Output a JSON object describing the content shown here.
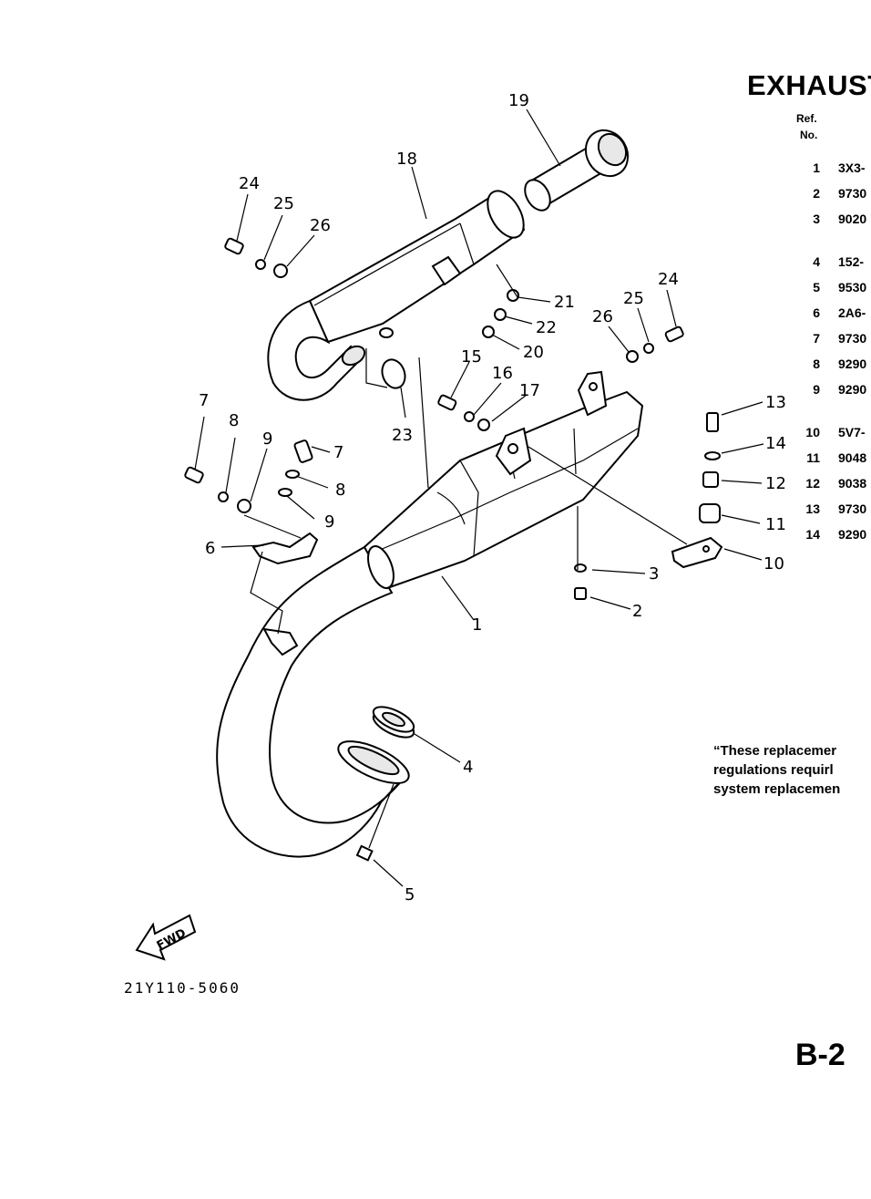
{
  "title": "EXHAUST",
  "table": {
    "header_ref": "Ref.",
    "header_no": "No.",
    "rows": [
      {
        "ref": "1",
        "part": "3X3-"
      },
      {
        "ref": "2",
        "part": "9730"
      },
      {
        "ref": "3",
        "part": "9020"
      },
      {
        "ref": "4",
        "part": "152-"
      },
      {
        "ref": "5",
        "part": "9530"
      },
      {
        "ref": "6",
        "part": "2A6-"
      },
      {
        "ref": "7",
        "part": "9730"
      },
      {
        "ref": "8",
        "part": "9290"
      },
      {
        "ref": "9",
        "part": "9290"
      },
      {
        "ref": "10",
        "part": "5V7-"
      },
      {
        "ref": "11",
        "part": "9048"
      },
      {
        "ref": "12",
        "part": "9038"
      },
      {
        "ref": "13",
        "part": "9730"
      },
      {
        "ref": "14",
        "part": "9290"
      }
    ]
  },
  "note_lines": [
    "“These replacemer",
    "regulations requirl",
    "system replacemen"
  ],
  "fwd_label": "FWD",
  "diagram_code": "21Y110-5060",
  "page_number": "B-2",
  "callouts": [
    "1",
    "2",
    "3",
    "4",
    "5",
    "6",
    "7",
    "8",
    "9",
    "10",
    "11",
    "12",
    "13",
    "14",
    "15",
    "16",
    "17",
    "18",
    "19",
    "20",
    "21",
    "22",
    "23",
    "24",
    "25",
    "26"
  ]
}
